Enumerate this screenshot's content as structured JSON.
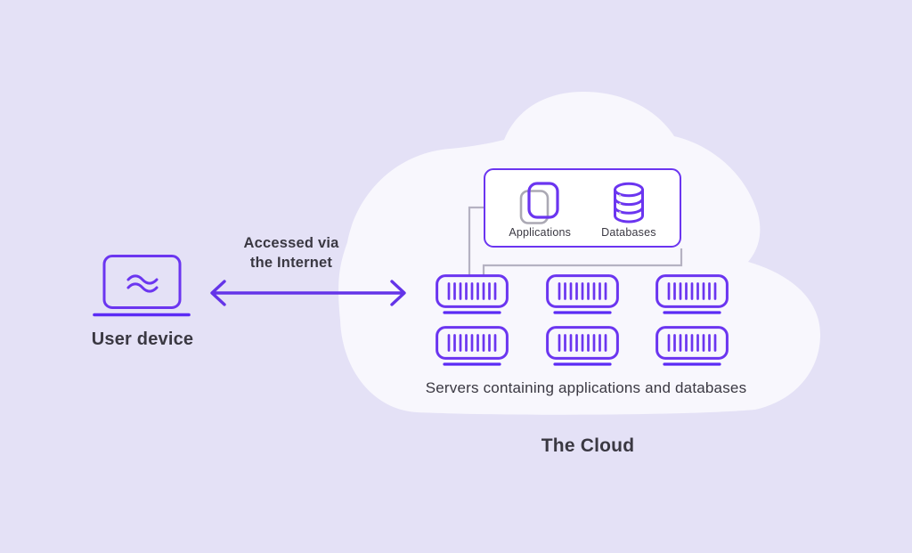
{
  "colors": {
    "background": "#E4E1F6",
    "cloud": "#F8F7FD",
    "accent": "#6B35F0",
    "accent_bright": "#5B2BF5",
    "arrow": "#6434E8",
    "connector": "#B5B2C2",
    "shadow_gray": "#ABA9B4",
    "text": "#3A3842"
  },
  "user_device": {
    "label": "User device",
    "icon": "laptop-icon"
  },
  "connection": {
    "label_line1": "Accessed via",
    "label_line2": "the Internet",
    "icon": "double-arrow-icon"
  },
  "box": {
    "applications_label": "Applications",
    "applications_icon": "application-window-icon",
    "databases_label": "Databases",
    "databases_icon": "database-cylinder-icon"
  },
  "cloud": {
    "title": "The Cloud",
    "servers_caption": "Servers containing applications and databases",
    "server_count": 6,
    "server_icon": "server-icon"
  }
}
